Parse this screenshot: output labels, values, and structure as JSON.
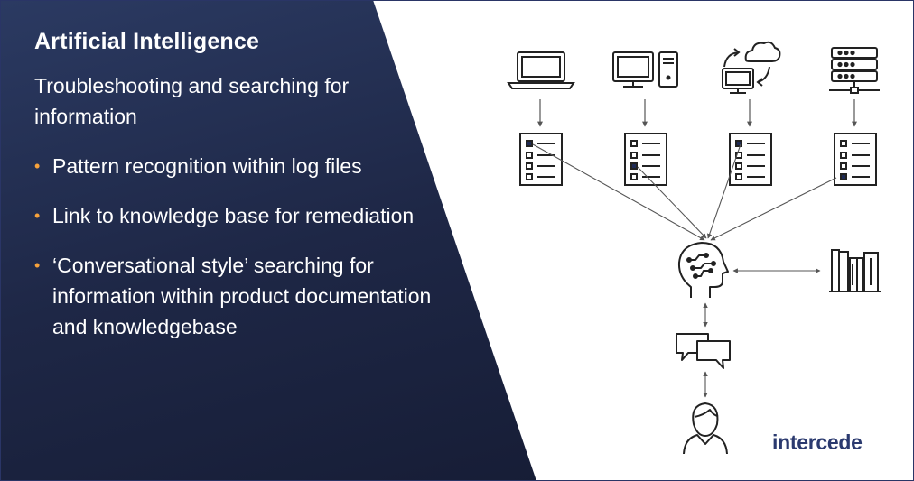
{
  "slide": {
    "title": "Artificial Intelligence",
    "subtitle": "Troubleshooting and searching for information",
    "bullets": [
      "Pattern recognition within log files",
      "Link to knowledge base for remediation",
      "‘Conversational style’ searching for information within product documentation and knowledgebase"
    ]
  },
  "logo": {
    "text": "intercede"
  },
  "diagram": {
    "sources": [
      "laptop-icon",
      "desktop-computer-icon",
      "cloud-sync-computer-icon",
      "server-network-icon"
    ],
    "logs": [
      "log-file-icon",
      "log-file-icon",
      "log-file-icon",
      "log-file-icon"
    ],
    "center": "ai-brain-head-icon",
    "knowledge": "bookshelf-icon",
    "chat": "chat-bubbles-icon",
    "user": "user-person-icon"
  },
  "colors": {
    "panel": "#1e2746",
    "accent": "#f7a23b",
    "logo": "#2b3a6f",
    "icon": "#222222",
    "highlight": "#1e2a55"
  }
}
